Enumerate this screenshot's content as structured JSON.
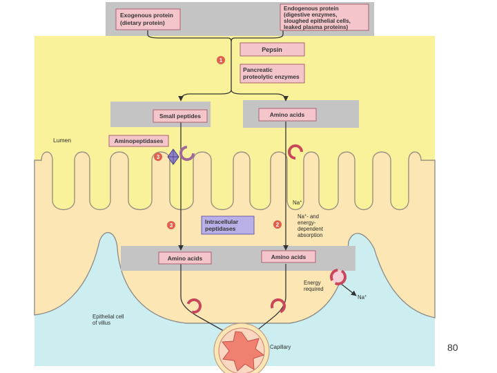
{
  "boxes": {
    "exogenous": [
      "Exogenous protein",
      "(dietary protein)"
    ],
    "endogenous": [
      "Endogenous protein",
      "(digestive enzymes,",
      "sloughed epithelial cells,",
      "leaked plasma proteins)"
    ],
    "pepsin": "Pepsin",
    "pancreatic": [
      "Pancreatic",
      "proteolytic enzymes"
    ],
    "small_peptides": "Small peptides",
    "amino_acids_top": "Amino acids",
    "aminopeptidases": "Aminopeptidases",
    "intracellular": [
      "Intracellular",
      "peptidases"
    ],
    "amino_acids_left": "Amino acids",
    "amino_acids_right": "Amino acids"
  },
  "labels": {
    "lumen": "Lumen",
    "na": "Na",
    "na_absorption": [
      "Na",
      "- and",
      "energy-",
      "dependent",
      "absorption"
    ],
    "energy": [
      "Energy",
      "required"
    ],
    "na_out": "Na",
    "epithelial": [
      "Epithelial cell",
      "of villus"
    ],
    "capillary": "Capillary"
  },
  "steps": [
    "1",
    "2",
    "3",
    "3"
  ],
  "page_number": "80",
  "colors": {
    "lumen": "#faf29a",
    "cell": "#fbe6b4",
    "blood": "#cdeef0",
    "band": "#c4c4c4",
    "box_fill": "#f4c6cc",
    "box_stroke": "#a8606e",
    "step_circle": "#e0604c",
    "enzyme": "#c9475a",
    "capillary": "#f08070",
    "purple": "#8e82c8"
  }
}
